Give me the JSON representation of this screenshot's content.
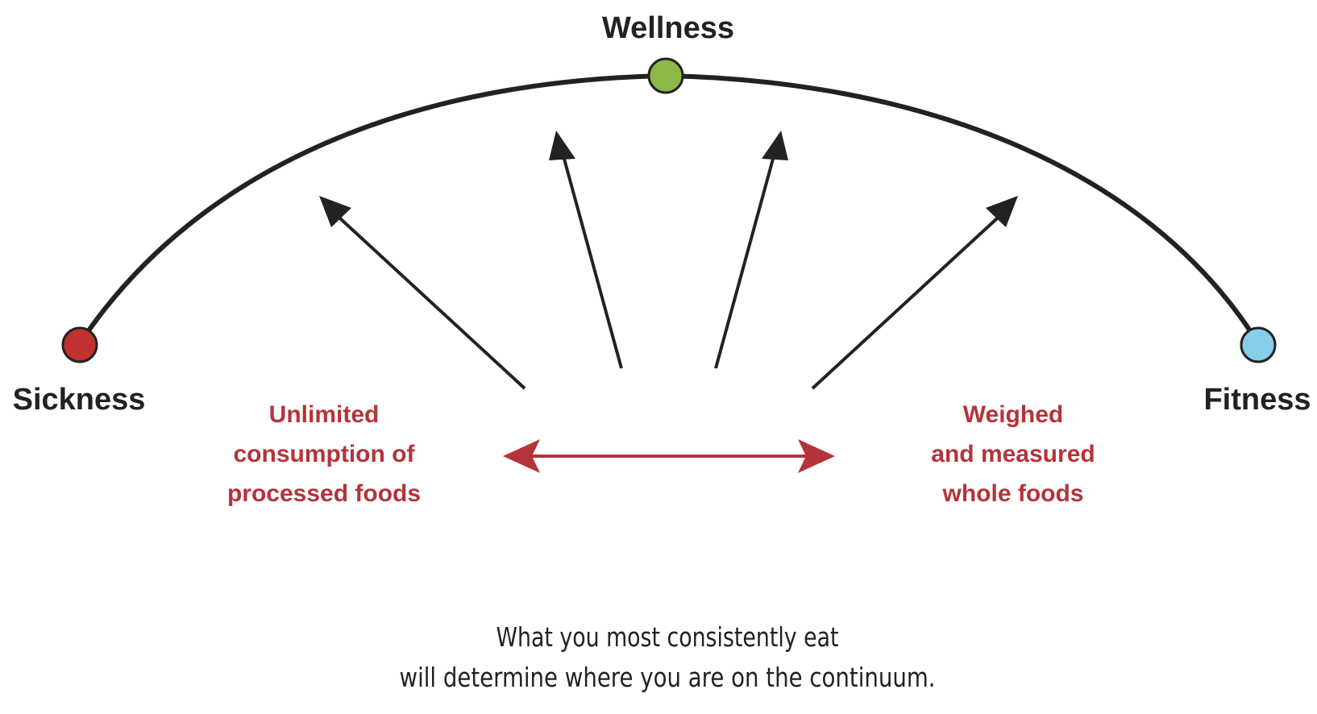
{
  "colors": {
    "sickness": "#c0312f",
    "wellness": "#8db84a",
    "fitness": "#86cdea",
    "food_text": "#b5333a",
    "double_arrow": "#b5333a",
    "curve": "#222222",
    "arrow": "#222222"
  },
  "nodes": {
    "sickness": {
      "label": "Sickness"
    },
    "wellness": {
      "label": "Wellness"
    },
    "fitness": {
      "label": "Fitness"
    }
  },
  "foods": {
    "left": {
      "line1": "Unlimited",
      "line2": "consumption of",
      "line3": "processed foods"
    },
    "right": {
      "line1": "Weighed",
      "line2": "and measured",
      "line3": "whole foods"
    }
  },
  "caption": {
    "line1": "What you most consistently eat",
    "line2": "will determine where you are on the continuum."
  }
}
